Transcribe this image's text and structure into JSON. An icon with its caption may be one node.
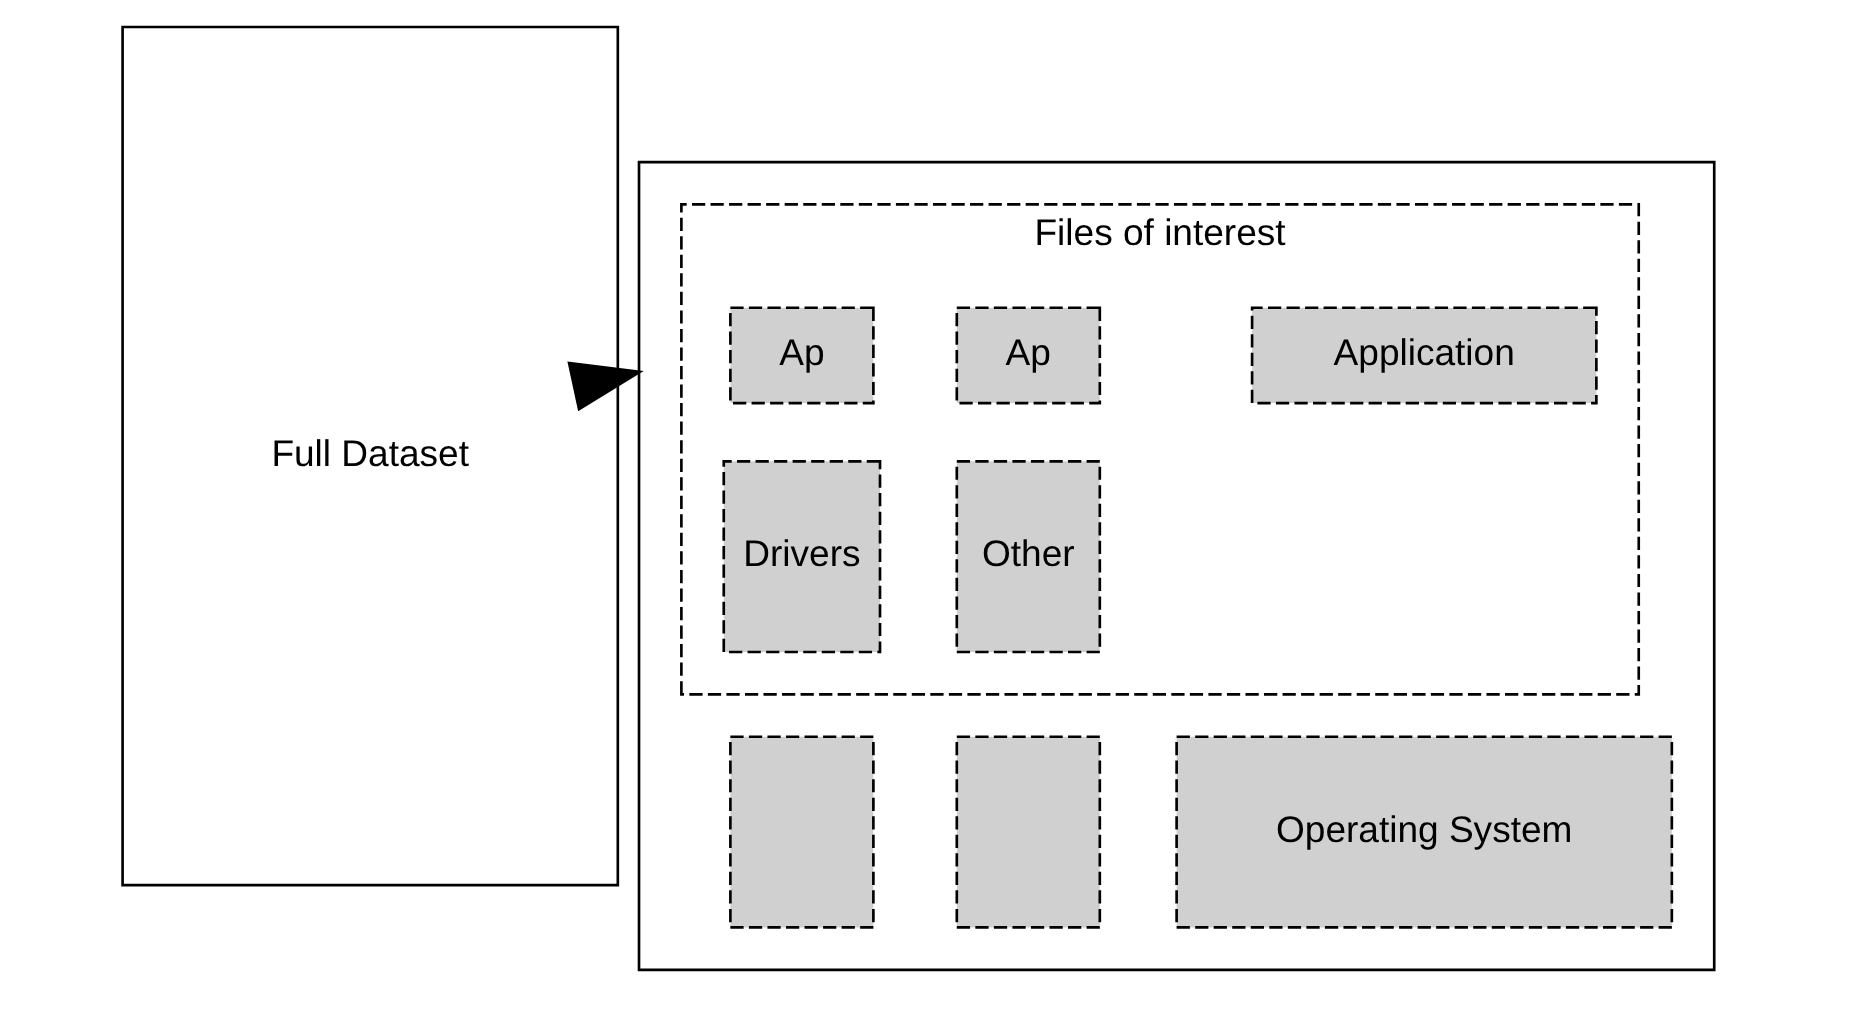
{
  "diagram": {
    "nodes": [
      {
        "text": [
          "Full Dataset"
        ]
      },
      {
        "text": [],
        "shape": "box"
      },
      {
        "text": [
          "Files of interest"
        ],
        "in": 1
      },
      {
        "text": [
          "Ap"
        ],
        "in": 2
      },
      {
        "text": [
          "Ap"
        ],
        "in": 2
      },
      {
        "text": [
          "Application"
        ],
        "in": 2
      },
      {
        "text": [
          "Drivers"
        ],
        "in": 2
      },
      {
        "text": [
          "Other"
        ],
        "in": 2
      },
      {
        "text": [],
        "shape": "box",
        "in": 1
      },
      {
        "text": [],
        "shape": "box",
        "in": 1
      },
      {
        "text": [
          "Operating System"
        ],
        "in": 1
      }
    ],
    "edges": [
      {
        "from": 0,
        "to": 1,
        "arrow": "to"
      }
    ]
  }
}
